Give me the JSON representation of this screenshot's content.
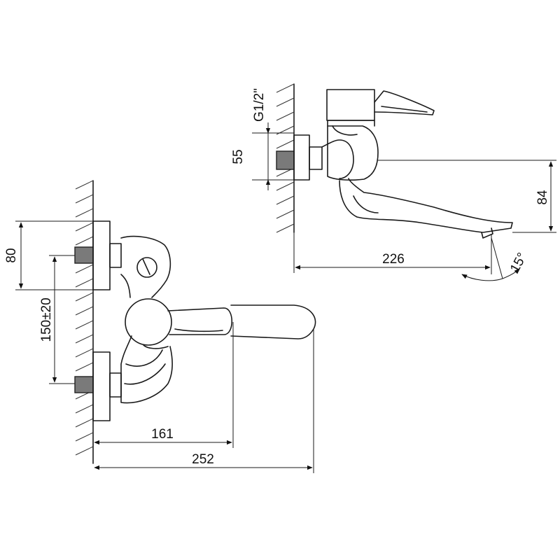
{
  "dimensions": {
    "side_height": "80",
    "side_spacing": "150±20",
    "side_depth": "161",
    "side_overall": "252",
    "top_thread": "G1/2\"",
    "top_pipe": "55",
    "top_drop": "84",
    "top_spout": "226",
    "top_angle": "15°"
  }
}
